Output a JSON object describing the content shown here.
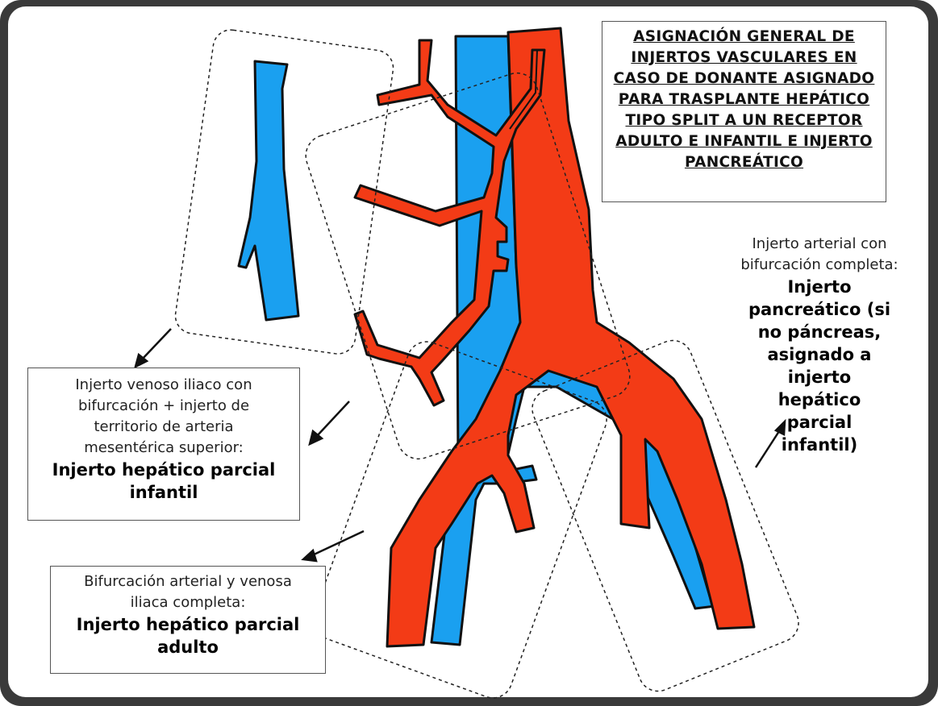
{
  "title": "ASIGNACIÓN GENERAL DE INJERTOS VASCULARES EN CASO DE DONANTE ASIGNADO PARA TRASPLANTE HEPÁTICO TIPO SPLIT A UN RECEPTOR ADULTO E INFANTIL E INJERTO PANCREÁTICO",
  "pancreatic": {
    "line1": "Injerto arterial con",
    "line2": "bifurcación completa:",
    "bold": "Injerto pancreático (si no páncreas, asignado a injerto hepático parcial infantil)"
  },
  "venous": {
    "line1": "Injerto venoso iliaco con",
    "line2": "bifurcación + injerto de",
    "line3": "territorio de arteria",
    "line4": "mesentérica superior:",
    "bold": "Injerto hepático parcial infantil"
  },
  "adult": {
    "line1": "Bifurcación arterial y venosa",
    "line2": "iliaca completa:",
    "bold": "Injerto hepático parcial adulto"
  },
  "colors": {
    "artery": "#f33b16",
    "vein": "#1aa0f0",
    "frame": "#3a3a3a"
  }
}
